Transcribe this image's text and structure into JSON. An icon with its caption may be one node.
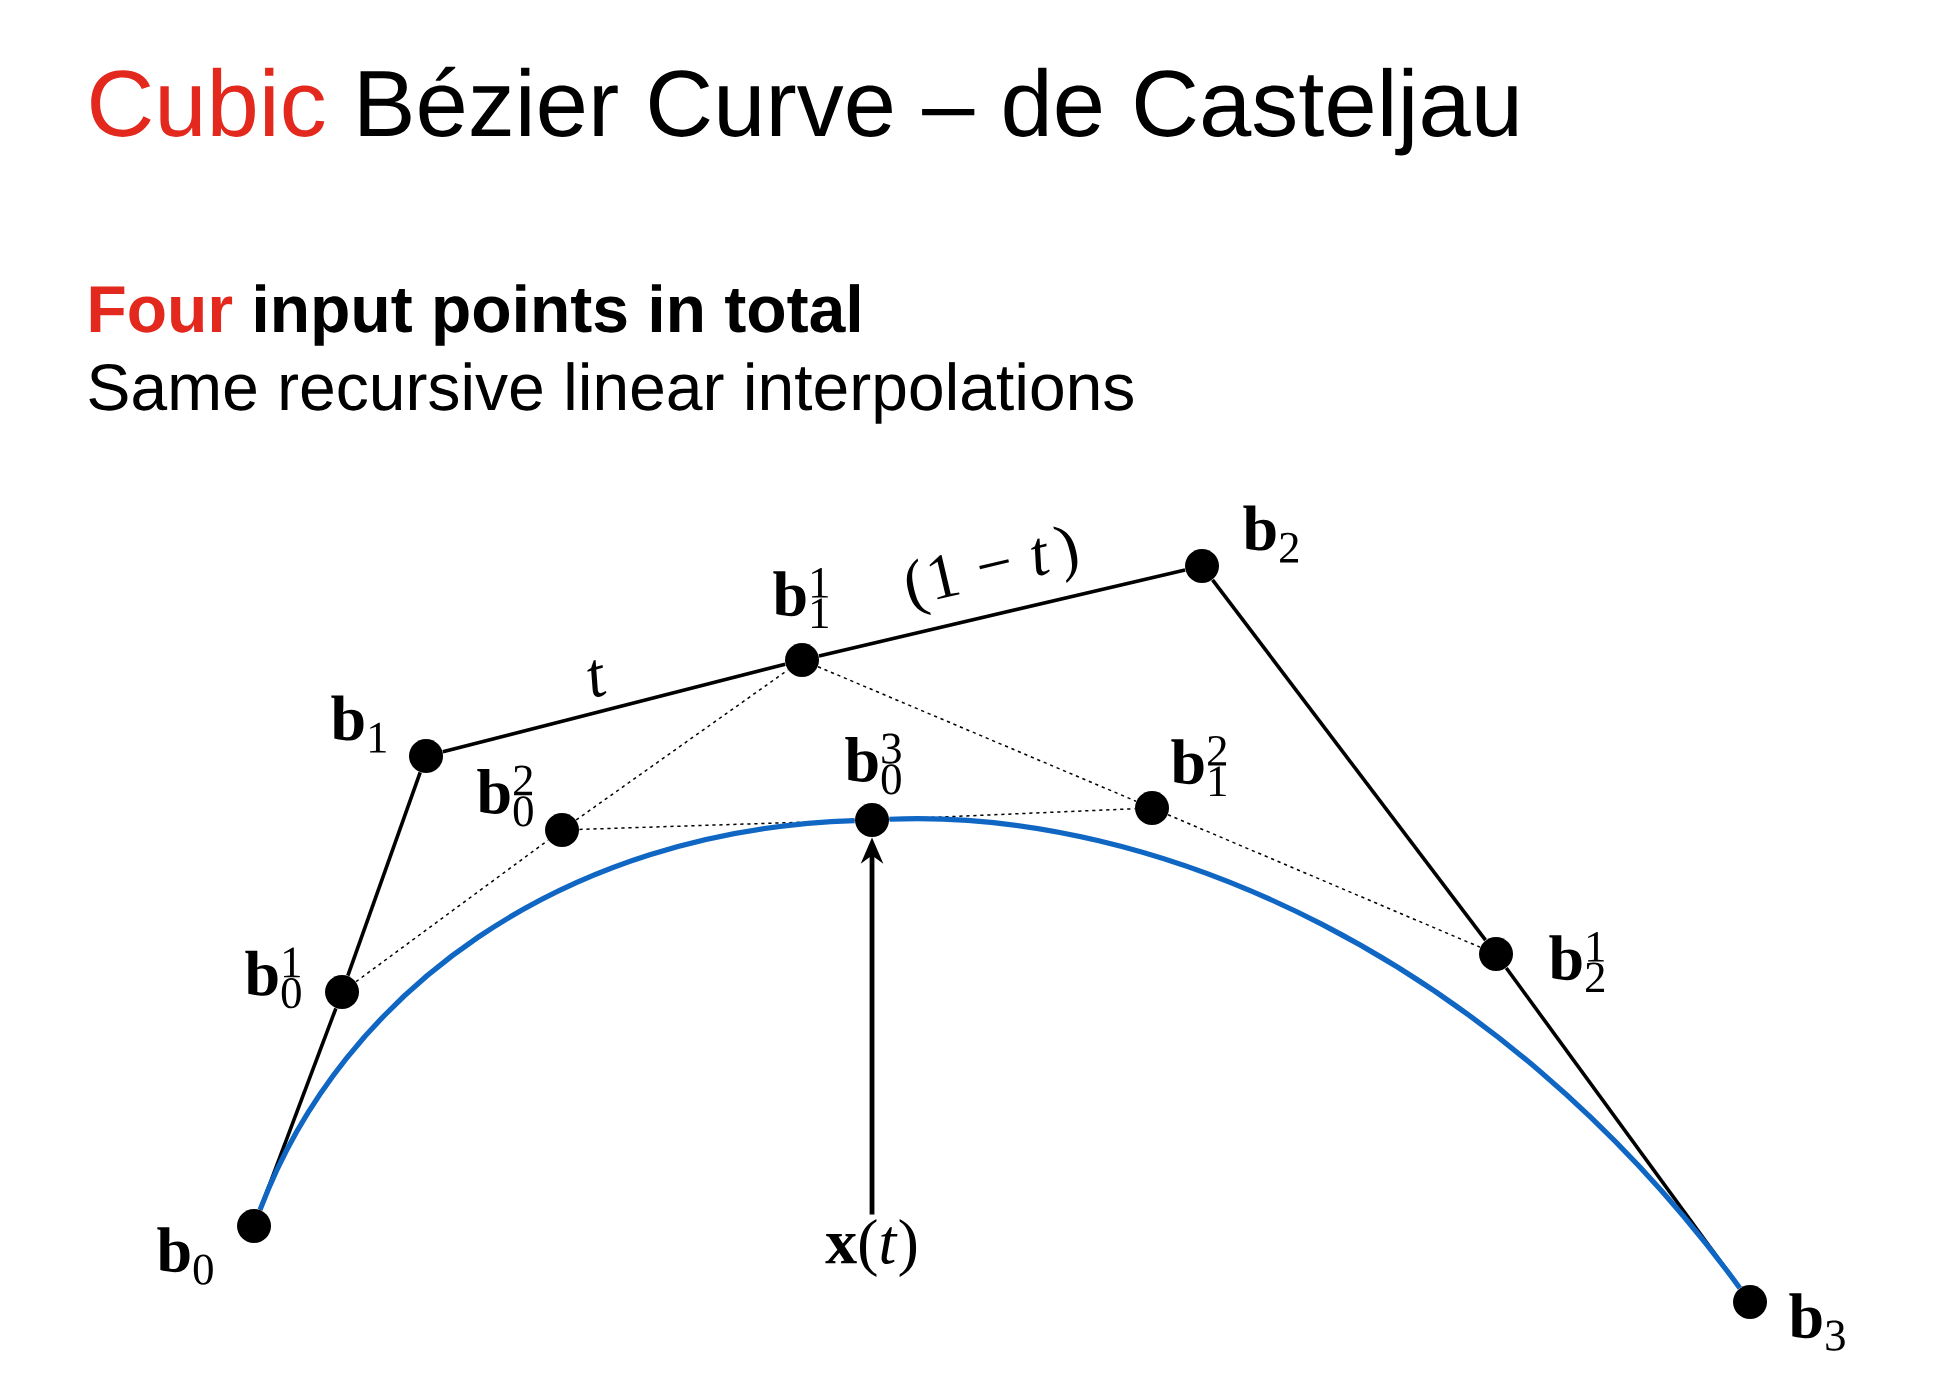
{
  "diagram": {
    "title": "Cubic Bézier Curve – de Casteljau",
    "nodes": [
      {
        "text": [],
        "shape": "circle",
        "beside": [
          "**b**$_{0}$"
        ]
      },
      {
        "text": [],
        "shape": "circle",
        "beside": [
          "**b**$_{1}$"
        ]
      },
      {
        "text": [],
        "shape": "circle",
        "beside": [
          "**b**$_{2}$"
        ]
      },
      {
        "text": [],
        "shape": "circle",
        "beside": [
          "**b**$_{3}$"
        ]
      },
      {
        "text": [],
        "shape": "circle",
        "beside": [
          "**b**$_{0}$$^{1}$"
        ]
      },
      {
        "text": [],
        "shape": "circle",
        "beside": [
          "**b**$_{1}$$^{1}$"
        ]
      },
      {
        "text": [],
        "shape": "circle",
        "beside": [
          "**b**$_{2}$$^{1}$"
        ]
      },
      {
        "text": [],
        "shape": "circle",
        "beside": [
          "**b**$_{0}$$^{2}$"
        ]
      },
      {
        "text": [],
        "shape": "circle",
        "beside": [
          "**b**$_{1}$$^{2}$"
        ]
      },
      {
        "text": [],
        "shape": "circle",
        "beside": [
          "**b**$_{0}$$^{3}$"
        ]
      },
      {
        "text": [
          "**x**(*t*)"
        ]
      }
    ],
    "edges": [
      {
        "from": 0,
        "to": 4,
        "arrow": "none"
      },
      {
        "from": 4,
        "to": 1,
        "arrow": "none"
      },
      {
        "from": 1,
        "to": 5,
        "arrow": "none",
        "label": "t"
      },
      {
        "from": 5,
        "to": 2,
        "arrow": "none",
        "label": "(1 − *t*)"
      },
      {
        "from": 2,
        "to": 6,
        "arrow": "none"
      },
      {
        "from": 6,
        "to": 3,
        "arrow": "none"
      },
      {
        "from": 4,
        "to": 7,
        "arrow": "none",
        "style": "dashed"
      },
      {
        "from": 7,
        "to": 5,
        "arrow": "none",
        "style": "dashed"
      },
      {
        "from": 5,
        "to": 8,
        "arrow": "none",
        "style": "dashed"
      },
      {
        "from": 8,
        "to": 6,
        "arrow": "none",
        "style": "dashed"
      },
      {
        "from": 7,
        "to": 9,
        "arrow": "none",
        "style": "dashed"
      },
      {
        "from": 9,
        "to": 8,
        "arrow": "none",
        "style": "dashed"
      },
      {
        "from": 0,
        "to": 9,
        "arrow": "none",
        "color": "#0f66c3"
      },
      {
        "from": 9,
        "to": 3,
        "arrow": "none",
        "color": "#0f66c3"
      },
      {
        "from": 10,
        "to": 9,
        "arrow": "to"
      }
    ],
    "labels": [
      "Four input points in total",
      "Same recursive linear interpolations"
    ]
  }
}
